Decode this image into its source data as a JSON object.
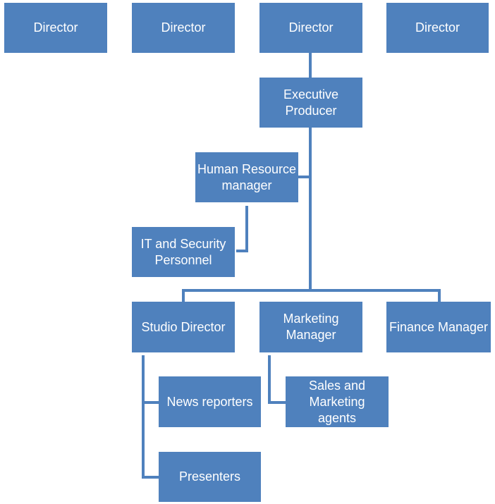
{
  "org_chart": {
    "colors": {
      "box": "#4f81bd",
      "text": "#ffffff",
      "connector": "#4f81bd"
    },
    "directors": [
      "Director",
      "Director",
      "Director",
      "Director"
    ],
    "executive_producer": "Executive\nProducer",
    "human_resource_manager": "Human Resource\nmanager",
    "it_security_personnel": "IT and Security\nPersonnel",
    "studio_director": "Studio Director",
    "marketing_manager": "Marketing\nManager",
    "finance_manager": "Finance Manager",
    "news_reporters": "News reporters",
    "presenters": "Presenters",
    "sales_marketing_agents": "Sales and\nMarketing\nagents"
  }
}
